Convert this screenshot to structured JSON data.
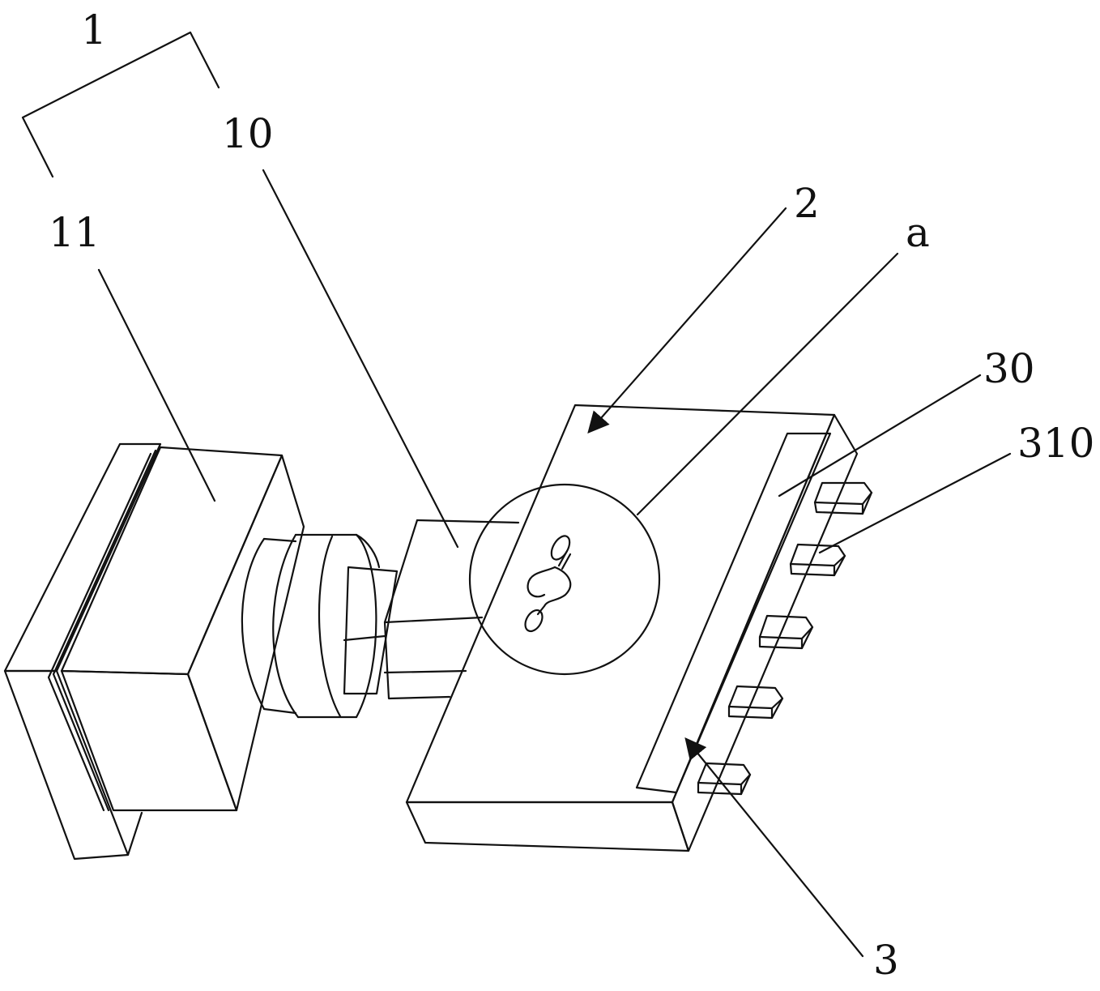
{
  "labels": {
    "l1": "1",
    "l10": "10",
    "l11": "11",
    "l2": "2",
    "la": "a",
    "l30": "30",
    "l310": "310",
    "l3": "3"
  },
  "colors": {
    "line": "#111111",
    "background": "#ffffff"
  }
}
